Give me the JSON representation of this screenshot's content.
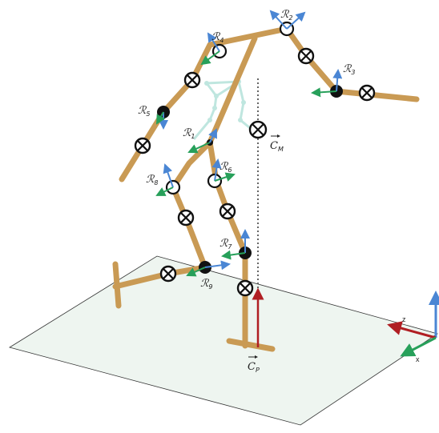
{
  "frames": [
    {
      "id": "R1",
      "script": "ℛ",
      "sub": "1"
    },
    {
      "id": "R2",
      "script": "ℛ",
      "sub": "2"
    },
    {
      "id": "R3",
      "script": "ℛ",
      "sub": "3"
    },
    {
      "id": "R4",
      "script": "ℛ",
      "sub": "4"
    },
    {
      "id": "R5",
      "script": "ℛ",
      "sub": "5"
    },
    {
      "id": "R6",
      "script": "ℛ",
      "sub": "6"
    },
    {
      "id": "R7",
      "script": "ℛ",
      "sub": "7"
    },
    {
      "id": "R8",
      "script": "ℛ",
      "sub": "8"
    },
    {
      "id": "R9",
      "script": "ℛ",
      "sub": "9"
    }
  ],
  "points": {
    "com": {
      "symbol": "C",
      "sub": "M"
    },
    "cop": {
      "symbol": "C",
      "sub": "P"
    }
  },
  "world_axes": {
    "z": "z",
    "x": "x"
  },
  "colors": {
    "limb": "#c99a54",
    "floor": "#eef5f0",
    "axis_blue": "#4a86d4",
    "axis_green": "#27a05a",
    "axis_red": "#b01e23",
    "ghost": "#bfe6df"
  }
}
